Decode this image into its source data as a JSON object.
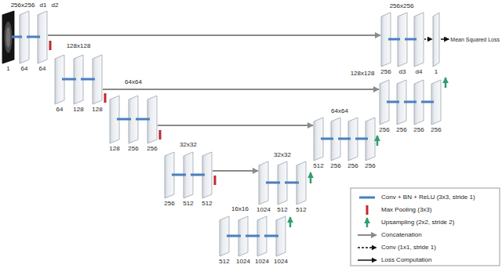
{
  "diagram": {
    "labels": [
      "256x256",
      "d1",
      "d2",
      "1",
      "64",
      "64",
      "128x128",
      "64",
      "128",
      "128",
      "64x64",
      "128",
      "256",
      "256",
      "32x32",
      "256",
      "512",
      "512",
      "16x16",
      "512",
      "1024",
      "1024",
      "1024",
      "32x32",
      "1024",
      "512",
      "512",
      "64x64",
      "512",
      "256",
      "256",
      "256",
      "128x128",
      "256",
      "256",
      "256",
      "256",
      "256x256",
      "256",
      "d3",
      "d4",
      "1",
      "Mean Squared Loss"
    ],
    "legend": [
      {
        "text": "Conv + BN + ReLU (3x3, stride 1)"
      },
      {
        "text": "Max Pooling (3x3)"
      },
      {
        "text": "Upsampling (2x2, stride 2)"
      },
      {
        "text": "Concatenation"
      },
      {
        "text": "Conv (1x1, stride 1)"
      },
      {
        "text": "Loss Computation"
      }
    ]
  }
}
